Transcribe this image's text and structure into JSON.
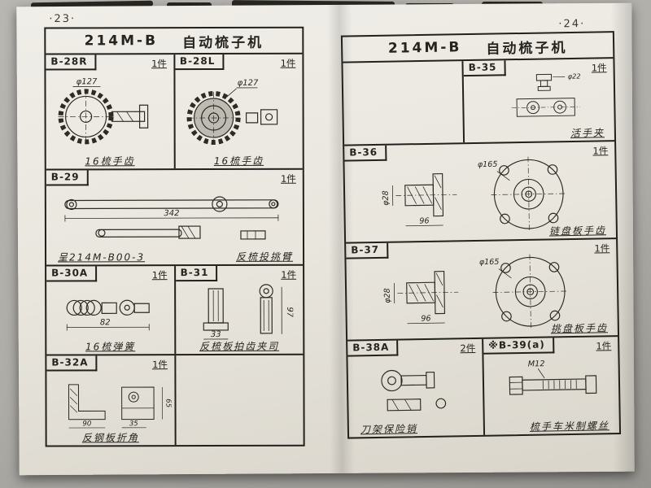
{
  "meta": {
    "page_left_no": "·23·",
    "page_right_no": "·24·"
  },
  "left_page": {
    "title_code": "214M-B",
    "title_name": "自动梳子机",
    "b28r": {
      "code": "B-28R",
      "qty": "1件",
      "dim_d": "φ127",
      "caption": "16梳手齿"
    },
    "b28l": {
      "code": "B-28L",
      "qty": "1件",
      "dim_d": "φ127",
      "caption": "16梳手齿"
    },
    "b29": {
      "code": "B-29",
      "qty": "1件",
      "dim": "342",
      "caption_left": "呈214M-B00-3",
      "caption_right": "反梳投挑臂"
    },
    "b30a": {
      "code": "B-30A",
      "qty": "1件",
      "dim": "82",
      "caption": "16梳弹簧"
    },
    "b31": {
      "code": "B-31",
      "qty": "1件",
      "dim_w": "33",
      "dim_h": "97",
      "caption": "反梳板拍齿夹司"
    },
    "b32a": {
      "code": "B-32A",
      "qty": "1件",
      "dim_w": "90",
      "dim_w2": "35",
      "dim_h": "65",
      "caption": "反钢板折角"
    }
  },
  "right_page": {
    "title_code": "214M-B",
    "title_name": "自动梳子机",
    "b35": {
      "code": "B-35",
      "qty": "1件",
      "dim_d": "φ22",
      "caption": "活手夹"
    },
    "b36": {
      "code": "B-36",
      "qty": "1件",
      "dim_d1": "φ28",
      "dim_d2": "φ165",
      "dim_w": "96",
      "caption": "链盘板手齿"
    },
    "b37": {
      "code": "B-37",
      "qty": "1件",
      "dim_d1": "φ28",
      "dim_d2": "φ165",
      "dim_w": "96",
      "caption": "挑盘板手齿"
    },
    "b38a": {
      "code": "B-38A",
      "qty": "2件",
      "caption": "刀架保险销"
    },
    "b39": {
      "code": "※B-39(a)",
      "qty": "1件",
      "dim": "M12",
      "caption": "梳手车米制螺丝"
    }
  }
}
